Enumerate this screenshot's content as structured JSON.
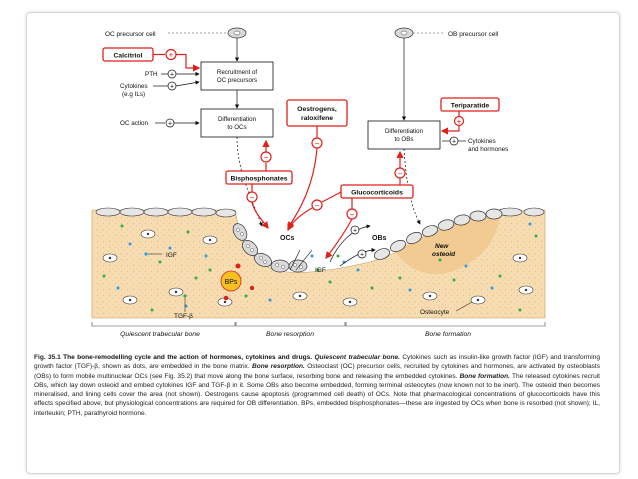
{
  "colors": {
    "red": "#e0201b",
    "bone": "#f6dcb0",
    "boneDots": "#e8c48a",
    "cellFill": "#d9d9d9",
    "green": "#2fae45",
    "blue": "#2d9be0",
    "yellowBP": "#f5c022"
  },
  "labels": {
    "oc_precursor": "OC precursor cell",
    "ob_precursor": "OB precursor cell",
    "calcitriol": "Calcitriol",
    "pth": "PTH",
    "cytokines_ils": "Cytokines",
    "eg_ils": "(e.g ILs)",
    "oc_action": "OC action",
    "recruitment_1": "Recruitment of",
    "recruitment_2": "OC precursors",
    "diff_ocs_1": "Differentiation",
    "diff_ocs_2": "to OCs",
    "oestrogens_1": "Oestrogens,",
    "oestrogens_2": "raloxifene",
    "teriparatide": "Teriparatide",
    "diff_obs_1": "Differentiation",
    "diff_obs_2": "to OBs",
    "cytokines_hormones_1": "Cytokines",
    "cytokines_hormones_2": "and hormones",
    "bisphosphonates": "Bisphosphonates",
    "glucocorticoids": "Glucocorticoids",
    "ocs": "OCs",
    "obs": "OBs",
    "new_osteoid_1": "New",
    "new_osteoid_2": "osteoid",
    "igf_left": "IGF",
    "igf_mid": "IGF",
    "bps": "BPs",
    "tgf": "TGF-β",
    "osteocyte": "Osteocyte",
    "quiescent": "Quiescent trabecular bone",
    "resorption": "Bone resorption",
    "formation": "Bone formation"
  },
  "caption": {
    "fig": "Fig. 35.1",
    "title": "The bone-remodelling cycle and the action of hormones, cytokines and drugs.",
    "h1": "Quiescent trabecular bone.",
    "t1": "Cytokines such as insulin-like growth factor (IGF) and transforming growth factor (TGF)-β, shown as dots, are embedded in the bone matrix.",
    "h2": "Bone resorption.",
    "t2": "Osteoclast (OC) precursor cells, recruited by cytokines and hormones, are activated by osteoblasts (OBs) to form mobile multinuclear OCs (see Fig. 35.2) that move along the bone surface, resorbing bone and releasing the embedded cytokines.",
    "h3": "Bone formation.",
    "t3": "The released cytokines recruit OBs, which lay down osteoid and embed cytokines IGF and TGF-β in it. Some OBs also become embedded, forming terminal osteocytes (now known not to be inert). The osteoid then becomes mineralised, and lining cells cover the area (not shown). Oestrogens cause apoptosis (programmed cell death) of OCs. Note that pharmacological concentrations of glucocorticoids have this effects specified above, but physiological concentrations are required for OB differentiation. BPs, embedded bisphosphonates—these are ingested by OCs when bone is resorbed (not shown); IL, interleukin; PTH, parathyroid hormone."
  }
}
